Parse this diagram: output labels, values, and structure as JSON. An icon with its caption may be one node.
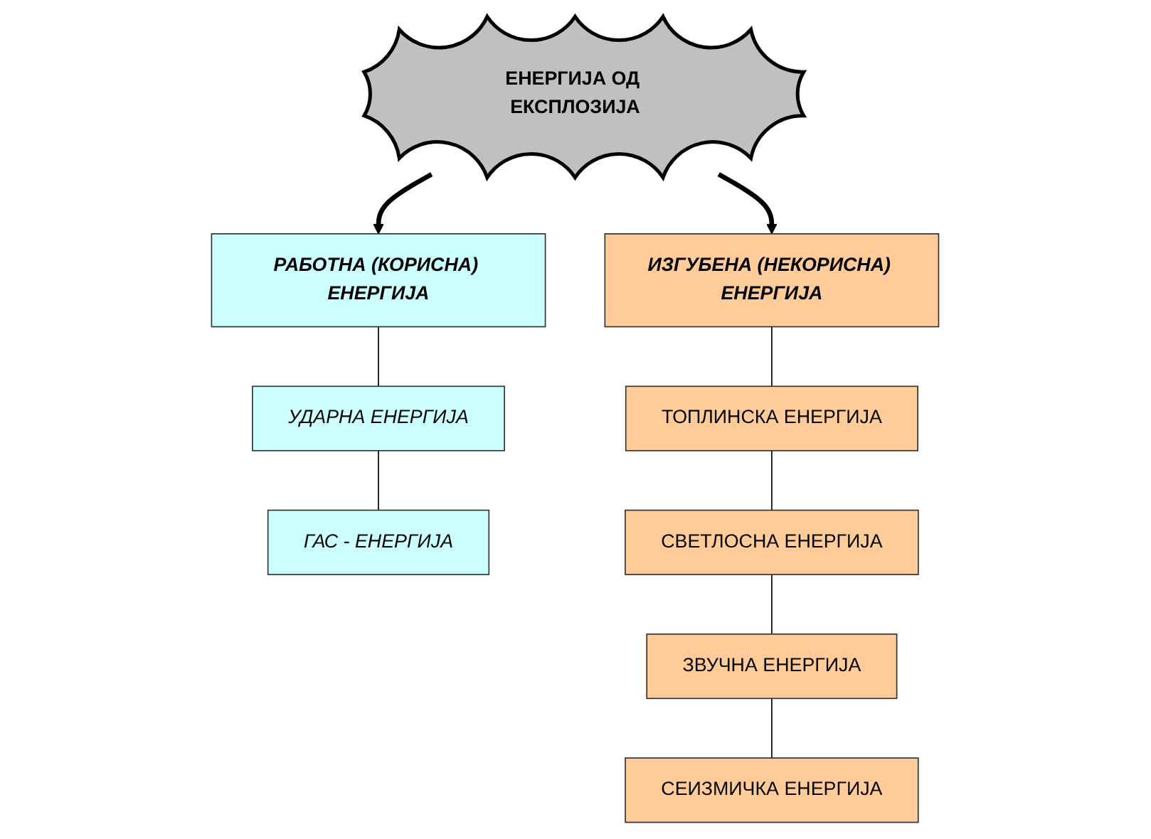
{
  "diagram": {
    "nodes": [
      {
        "text": [
          "ЕНЕРГИЈА ОД ЕКСПЛОЗИЈА"
        ]
      },
      {
        "text": [
          "РАБОТНА (КОРИСНА) ЕНЕРГИЈА"
        ]
      },
      {
        "text": [
          "УДАРНА ЕНЕРГИЈА"
        ]
      },
      {
        "text": [
          "ГАС - ЕНЕРГИЈА"
        ]
      },
      {
        "text": [
          "ИЗГУБЕНА (НЕКОРИСНА) ЕНЕРГИЈА"
        ]
      },
      {
        "text": [
          "ТОПЛИНСКА ЕНЕРГИЈА"
        ]
      },
      {
        "text": [
          "СВЕТЛОСНА ЕНЕРГИЈА"
        ]
      },
      {
        "text": [
          "ЗВУЧНА ЕНЕРГИЈА"
        ]
      },
      {
        "text": [
          "СЕИЗМИЧКА ЕНЕРГИЈА"
        ]
      }
    ],
    "edges": [
      {
        "from": 0,
        "to": 1,
        "arrow": "to",
        "style": "thick"
      },
      {
        "from": 0,
        "to": 4,
        "arrow": "to",
        "style": "thick"
      },
      {
        "from": 1,
        "to": 2,
        "arrow": "none"
      },
      {
        "from": 2,
        "to": 3,
        "arrow": "none"
      },
      {
        "from": 4,
        "to": 5,
        "arrow": "none"
      },
      {
        "from": 5,
        "to": 6,
        "arrow": "none"
      },
      {
        "from": 6,
        "to": 7,
        "arrow": "none"
      },
      {
        "from": 7,
        "to": 8,
        "arrow": "none"
      }
    ]
  }
}
